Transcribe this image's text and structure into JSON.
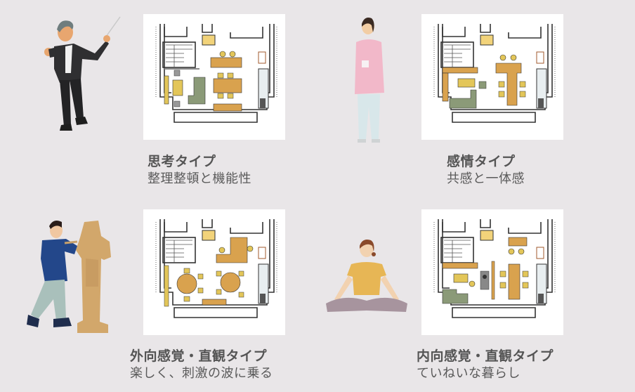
{
  "types": [
    {
      "id": "thinking",
      "title": "思考タイプ",
      "subtitle": "整理整頓と機能性",
      "figure": "conductor-man",
      "plan": "floorplan-organized"
    },
    {
      "id": "feeling",
      "title": "感情タイプ",
      "subtitle": "共感と一体感",
      "figure": "woman-standing-pink",
      "plan": "floorplan-l-shaped-table"
    },
    {
      "id": "extroverted-sensing",
      "title": "外向感覚・直観タイプ",
      "subtitle": "楽しく、刺激の波に乗る",
      "figure": "sculptor-man",
      "plan": "floorplan-round-tables"
    },
    {
      "id": "introverted-sensing",
      "title": "内向感覚・直観タイプ",
      "subtitle": "ていねいな暮らし",
      "figure": "woman-meditating",
      "plan": "floorplan-calm"
    }
  ],
  "colors": {
    "background": "#e9e6e8",
    "card": "#ffffff",
    "text": "#555555",
    "wood": "#d9a24e",
    "chair": "#e3c659",
    "sofa": "#8b9a78",
    "wall": "#333333"
  }
}
